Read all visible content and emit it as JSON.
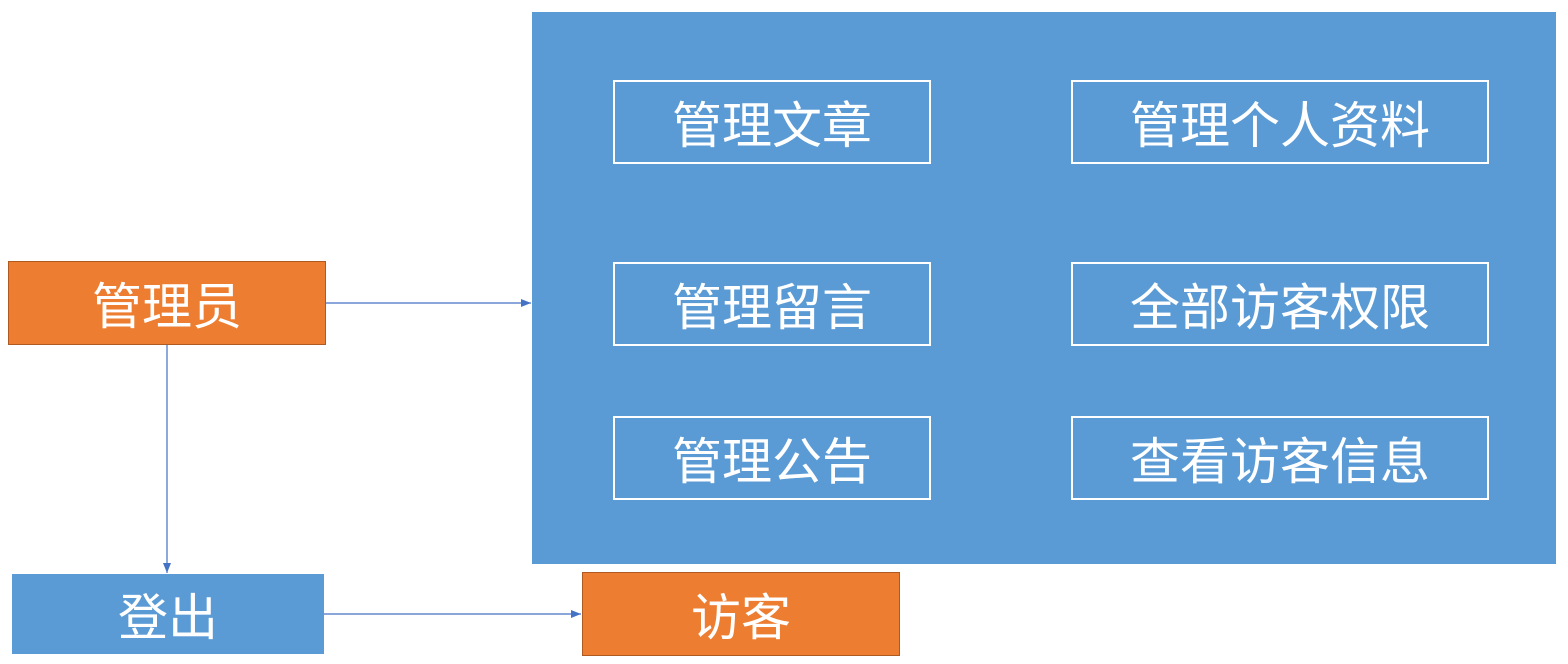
{
  "diagram": {
    "admin": {
      "label": "管理员"
    },
    "logout": {
      "label": "登出"
    },
    "visitor": {
      "label": "访客"
    },
    "admin_functions": [
      {
        "label": "管理文章"
      },
      {
        "label": "管理个人资料"
      },
      {
        "label": "管理留言"
      },
      {
        "label": "全部访客权限"
      },
      {
        "label": "管理公告"
      },
      {
        "label": "查看访客信息"
      }
    ]
  },
  "colors": {
    "orange": "#ed7d31",
    "blue": "#5b9bd5",
    "text": "#ffffff",
    "connector": "#4472c4"
  }
}
